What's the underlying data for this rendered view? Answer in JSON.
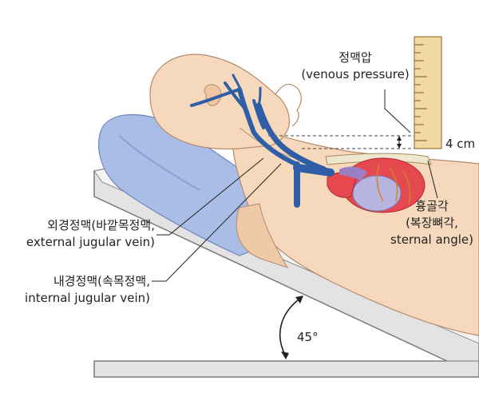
{
  "labels": {
    "venous_pressure": {
      "ko": "정맥압",
      "en": "(venous pressure)"
    },
    "height": "4 cm",
    "sternal_angle": {
      "ko": "흉골각",
      "ko_alt": "(복장뼈각,",
      "en": "sternal angle)"
    },
    "external_jugular": {
      "ko": "외경정맥(바깥목정맥,",
      "en": "external jugular vein)"
    },
    "internal_jugular": {
      "ko": "내경정맥(속목정맥,",
      "en": "internal jugular vein)"
    },
    "angle": "45°"
  },
  "colors": {
    "skin": "#f6d8bd",
    "skin_shadow": "#e9bf9d",
    "pillow": "#a9bde6",
    "board": "#e3e3e3",
    "vein": "#2f5ea7",
    "heart": "#e5484f",
    "ruler": "#f2d9a4"
  }
}
